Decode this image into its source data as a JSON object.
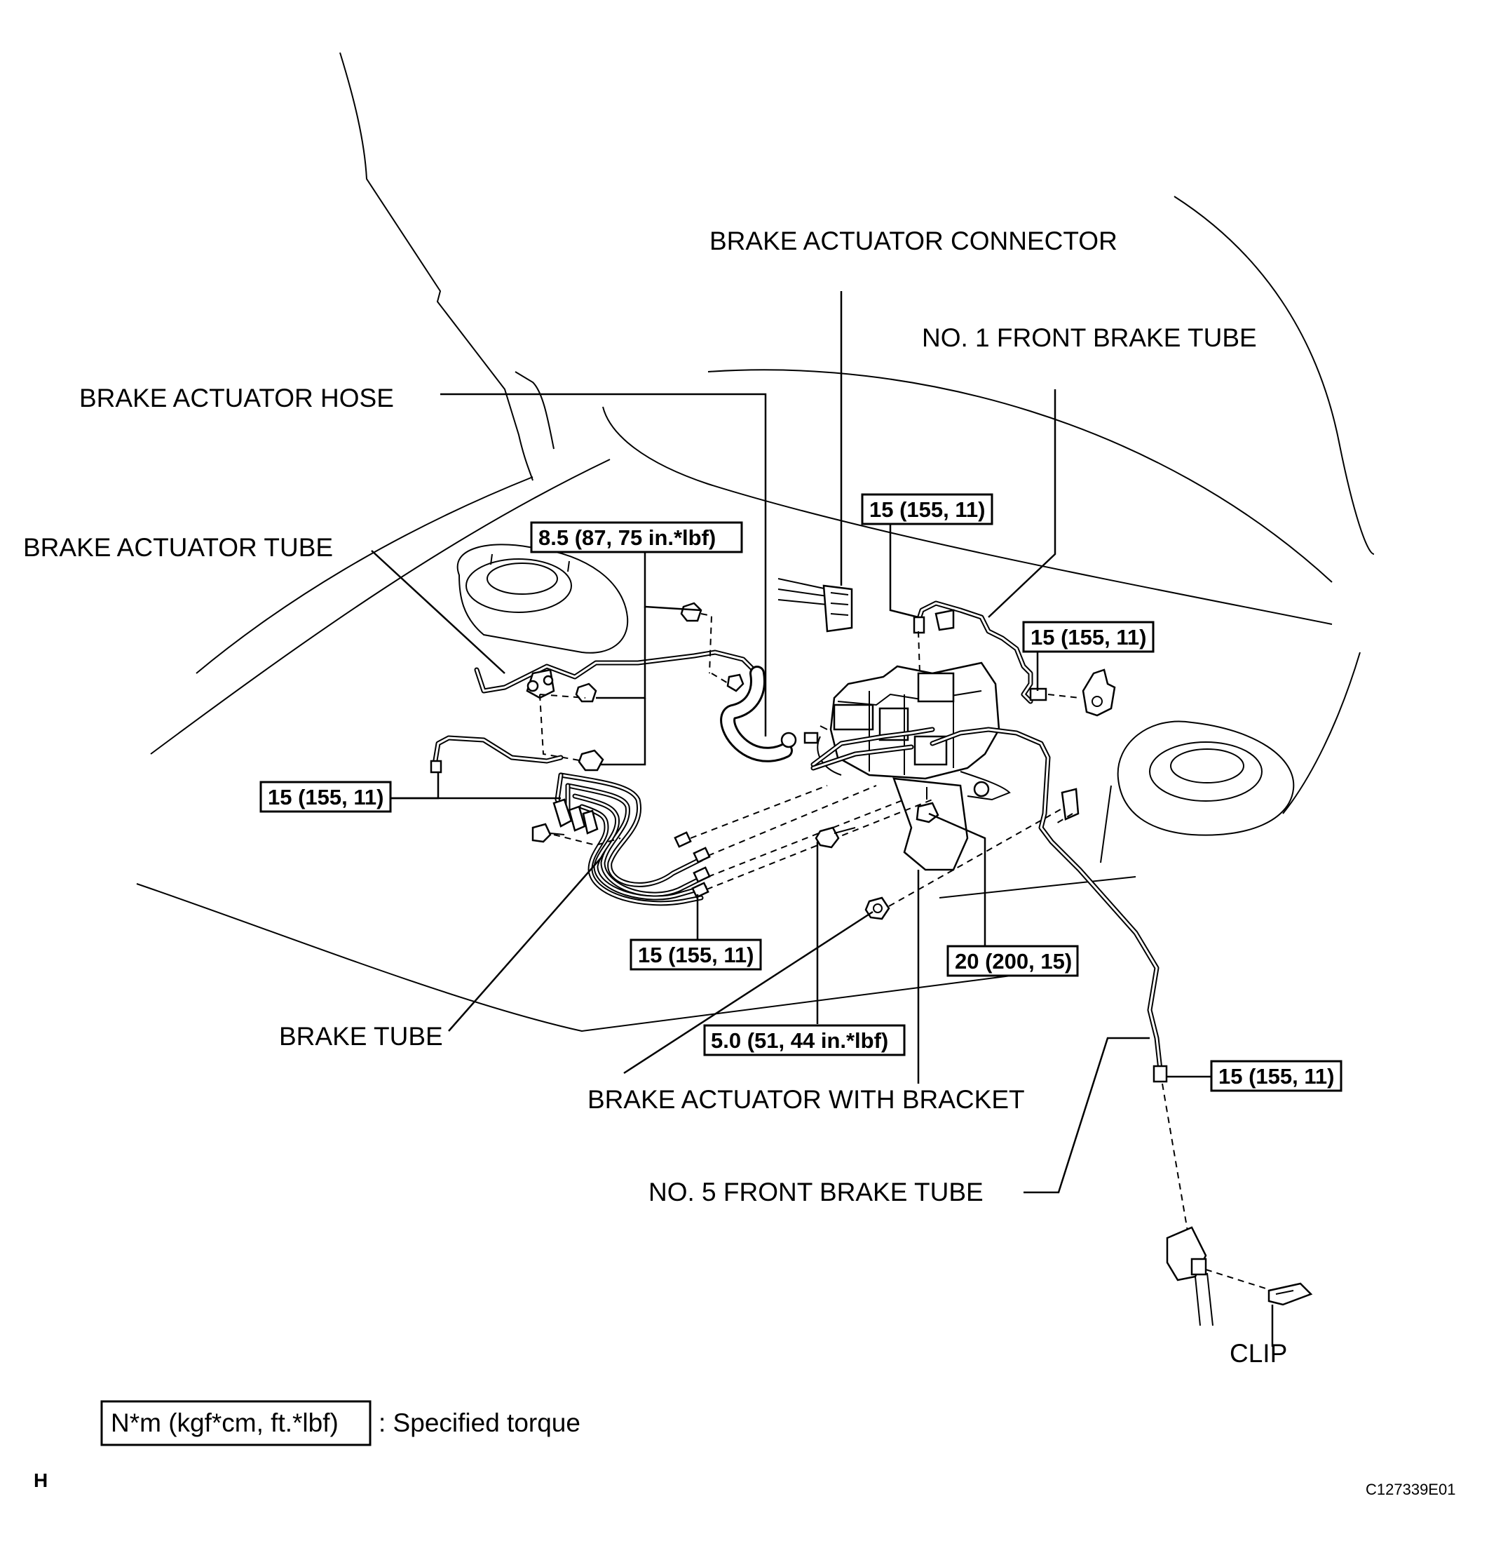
{
  "labels": {
    "brake_actuator_connector": "BRAKE ACTUATOR CONNECTOR",
    "no1_front_brake_tube": "NO. 1 FRONT BRAKE TUBE",
    "brake_actuator_hose": "BRAKE ACTUATOR HOSE",
    "brake_actuator_tube": "BRAKE ACTUATOR TUBE",
    "brake_tube": "BRAKE TUBE",
    "brake_actuator_with_bracket": "BRAKE ACTUATOR WITH BRACKET",
    "no5_front_brake_tube": "NO. 5 FRONT BRAKE TUBE",
    "clip": "CLIP"
  },
  "torques": {
    "actuator_tube_nuts": "8.5 (87, 75 in.*lbf)",
    "no1_tube_top": "15 (155, 11)",
    "no1_tube_right": "15 (155, 11)",
    "left_tube_union": "15 (155, 11)",
    "brake_tube_unions": "15 (155, 11)",
    "bracket_bolt": "20 (200, 15)",
    "small_bolt": "5.0 (51, 44 in.*lbf)",
    "no5_tube_union": "15 (155, 11)"
  },
  "legend": {
    "unit": "N*m (kgf*cm, ft.*lbf)",
    "description": ": Specified torque"
  },
  "corner_mark": "H",
  "figure_code": "C127339E01"
}
